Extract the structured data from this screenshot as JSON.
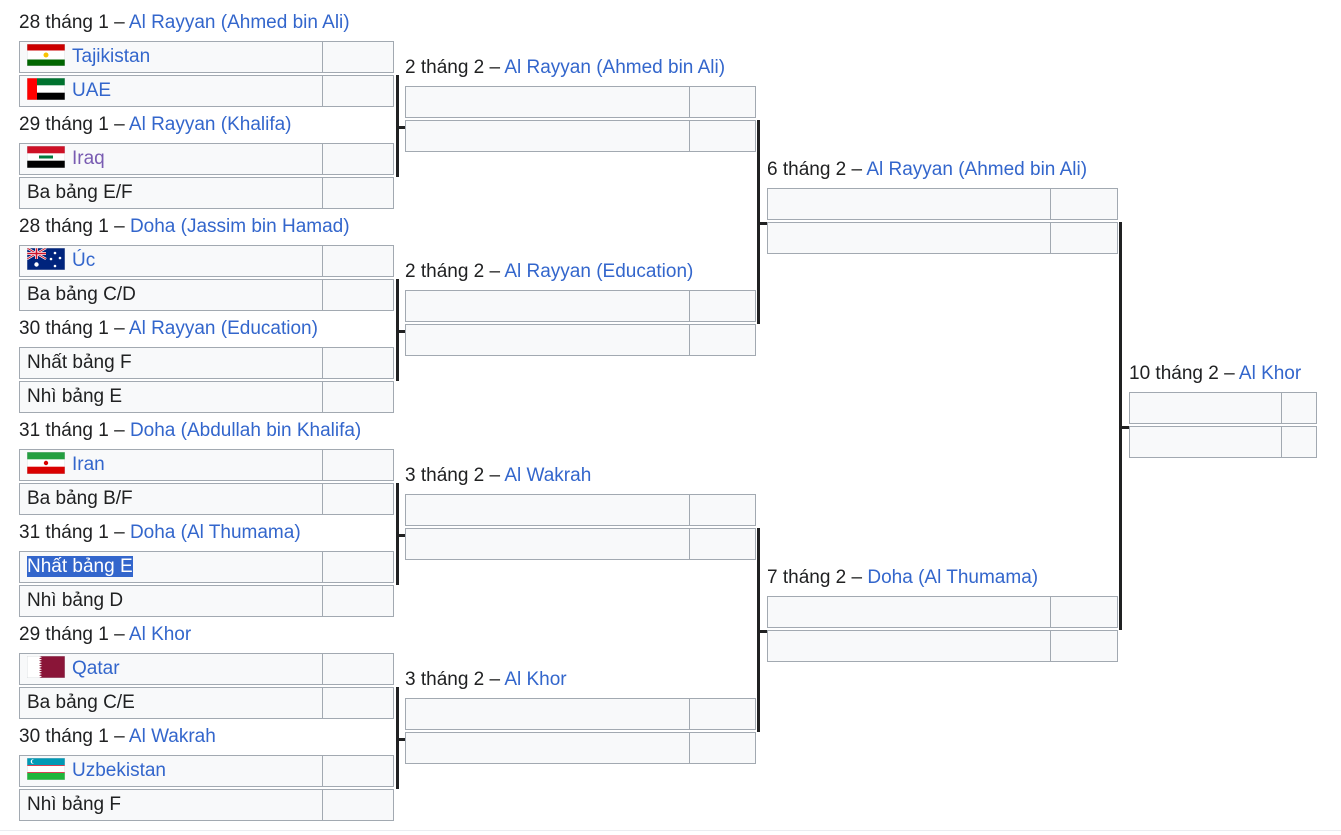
{
  "round1": [
    {
      "header": {
        "date": "28 tháng 1",
        "venue": "Al Rayyan (Ahmed bin Ali)"
      },
      "teams": [
        {
          "name": "Tajikistan",
          "flag": "tajikistan",
          "style": "link"
        },
        {
          "name": "UAE",
          "flag": "uae",
          "style": "link"
        }
      ]
    },
    {
      "header": {
        "date": "29 tháng 1",
        "venue": "Al Rayyan (Khalifa)"
      },
      "teams": [
        {
          "name": "Iraq",
          "flag": "iraq",
          "style": "visited"
        },
        {
          "name": "Ba bảng E/F",
          "flag": "",
          "style": "plain"
        }
      ]
    },
    {
      "header": {
        "date": "28 tháng 1",
        "venue": "Doha (Jassim bin Hamad)"
      },
      "teams": [
        {
          "name": "Úc",
          "flag": "australia",
          "style": "link"
        },
        {
          "name": "Ba bảng C/D",
          "flag": "",
          "style": "plain"
        }
      ]
    },
    {
      "header": {
        "date": "30 tháng 1",
        "venue": "Al Rayyan (Education)"
      },
      "teams": [
        {
          "name": "Nhất bảng F",
          "flag": "",
          "style": "plain"
        },
        {
          "name": "Nhì bảng E",
          "flag": "",
          "style": "plain"
        }
      ]
    },
    {
      "header": {
        "date": "31 tháng 1",
        "venue": "Doha (Abdullah bin Khalifa)"
      },
      "teams": [
        {
          "name": "Iran",
          "flag": "iran",
          "style": "link"
        },
        {
          "name": "Ba bảng B/F",
          "flag": "",
          "style": "plain"
        }
      ]
    },
    {
      "header": {
        "date": "31 tháng 1",
        "venue": "Doha (Al Thumama)"
      },
      "teams": [
        {
          "name": "Nhất bảng E",
          "flag": "",
          "style": "selected"
        },
        {
          "name": "Nhì bảng D",
          "flag": "",
          "style": "plain"
        }
      ]
    },
    {
      "header": {
        "date": "29 tháng 1",
        "venue": "Al Khor"
      },
      "teams": [
        {
          "name": "Qatar",
          "flag": "qatar",
          "style": "link"
        },
        {
          "name": "Ba bảng C/E",
          "flag": "",
          "style": "plain"
        }
      ]
    },
    {
      "header": {
        "date": "30 tháng 1",
        "venue": "Al Wakrah"
      },
      "teams": [
        {
          "name": "Uzbekistan",
          "flag": "uzbekistan",
          "style": "link"
        },
        {
          "name": "Nhì bảng F",
          "flag": "",
          "style": "plain"
        }
      ]
    }
  ],
  "quarterfinals": [
    {
      "header": {
        "date": "2 tháng 2",
        "venue": "Al Rayyan (Ahmed bin Ali)"
      },
      "teams": [
        {
          "name": ""
        },
        {
          "name": ""
        }
      ]
    },
    {
      "header": {
        "date": "2 tháng 2",
        "venue": "Al Rayyan (Education)"
      },
      "teams": [
        {
          "name": ""
        },
        {
          "name": ""
        }
      ]
    },
    {
      "header": {
        "date": "3 tháng 2",
        "venue": "Al Wakrah"
      },
      "teams": [
        {
          "name": ""
        },
        {
          "name": ""
        }
      ]
    },
    {
      "header": {
        "date": "3 tháng 2",
        "venue": "Al Khor"
      },
      "teams": [
        {
          "name": ""
        },
        {
          "name": ""
        }
      ]
    }
  ],
  "semifinals": [
    {
      "header": {
        "date": "6 tháng 2",
        "venue": "Al Rayyan (Ahmed bin Ali)"
      },
      "teams": [
        {
          "name": ""
        },
        {
          "name": ""
        }
      ]
    },
    {
      "header": {
        "date": "7 tháng 2",
        "venue": "Doha (Al Thumama)"
      },
      "teams": [
        {
          "name": ""
        },
        {
          "name": ""
        }
      ]
    }
  ],
  "final": [
    {
      "header": {
        "date": "10 tháng 2",
        "venue": "Al Khor"
      },
      "teams": [
        {
          "name": ""
        },
        {
          "name": ""
        }
      ]
    }
  ]
}
